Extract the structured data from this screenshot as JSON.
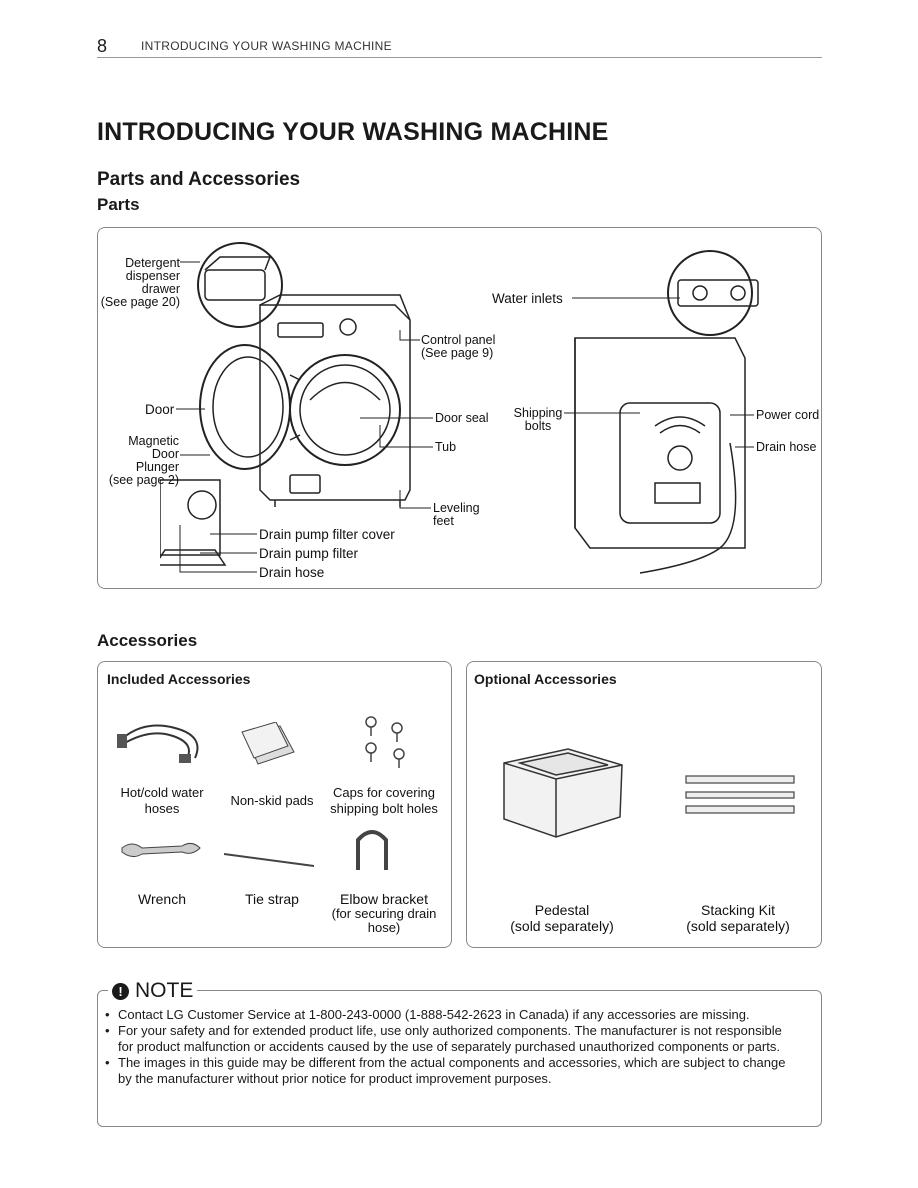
{
  "header": {
    "page_number": "8",
    "section_title": "INTRODUCING YOUR WASHING MACHINE"
  },
  "title": "INTRODUCING YOUR WASHING MACHINE",
  "subtitle": "Parts and Accessories",
  "parts": {
    "heading": "Parts",
    "labels": {
      "detergent": [
        "Detergent",
        "dispenser",
        "drawer",
        "(See page 20)"
      ],
      "control_panel": [
        "Control panel",
        "(See page 9)"
      ],
      "door": "Door",
      "door_seal": "Door seal",
      "magnetic": [
        "Magnetic Door",
        "Plunger",
        "(see page 2)"
      ],
      "tub": "Tub",
      "leveling": [
        "Leveling",
        "feet"
      ],
      "drain_pump_filter_cover": "Drain pump filter cover",
      "drain_pump_filter": "Drain pump filter",
      "drain_hose_front": "Drain hose",
      "water_inlets": "Water inlets",
      "shipping_bolts": [
        "Shipping",
        "bolts"
      ],
      "power_cord": "Power cord",
      "drain_hose_back": "Drain hose"
    }
  },
  "accessories": {
    "heading": "Accessories",
    "included": {
      "title": "Included Accessories",
      "items": [
        {
          "label": [
            "Hot/cold water",
            "hoses"
          ],
          "icon": "water-hoses-icon"
        },
        {
          "label": [
            "Non-skid pads"
          ],
          "icon": "non-skid-pads-icon"
        },
        {
          "label": [
            "Caps for covering",
            "shipping bolt holes"
          ],
          "icon": "caps-icon"
        },
        {
          "label": [
            "Wrench"
          ],
          "icon": "wrench-icon"
        },
        {
          "label": [
            "Tie strap"
          ],
          "icon": "tie-strap-icon"
        },
        {
          "label": [
            "Elbow bracket"
          ],
          "sub": [
            "(for securing drain",
            "hose)"
          ],
          "icon": "elbow-bracket-icon"
        }
      ]
    },
    "optional": {
      "title": "Optional Accessories",
      "items": [
        {
          "label": [
            "Pedestal",
            "(sold separately)"
          ],
          "icon": "pedestal-icon"
        },
        {
          "label": [
            "Stacking Kit",
            "(sold separately)"
          ],
          "icon": "stacking-kit-icon"
        }
      ]
    }
  },
  "note": {
    "heading": "NOTE",
    "icon": "exclamation-icon",
    "items": [
      "Contact LG Customer Service at  1-800-243-0000 (1-888-542-2623 in Canada) if any accessories are missing.",
      "For your safety and for extended product life, use only authorized components. The manufacturer is not responsible for product malfunction or accidents caused by the use of separately purchased unauthorized components or parts.",
      "The images in this guide may be different from the actual components and accessories, which are subject to change by the manufacturer without prior notice for product improvement purposes."
    ]
  }
}
